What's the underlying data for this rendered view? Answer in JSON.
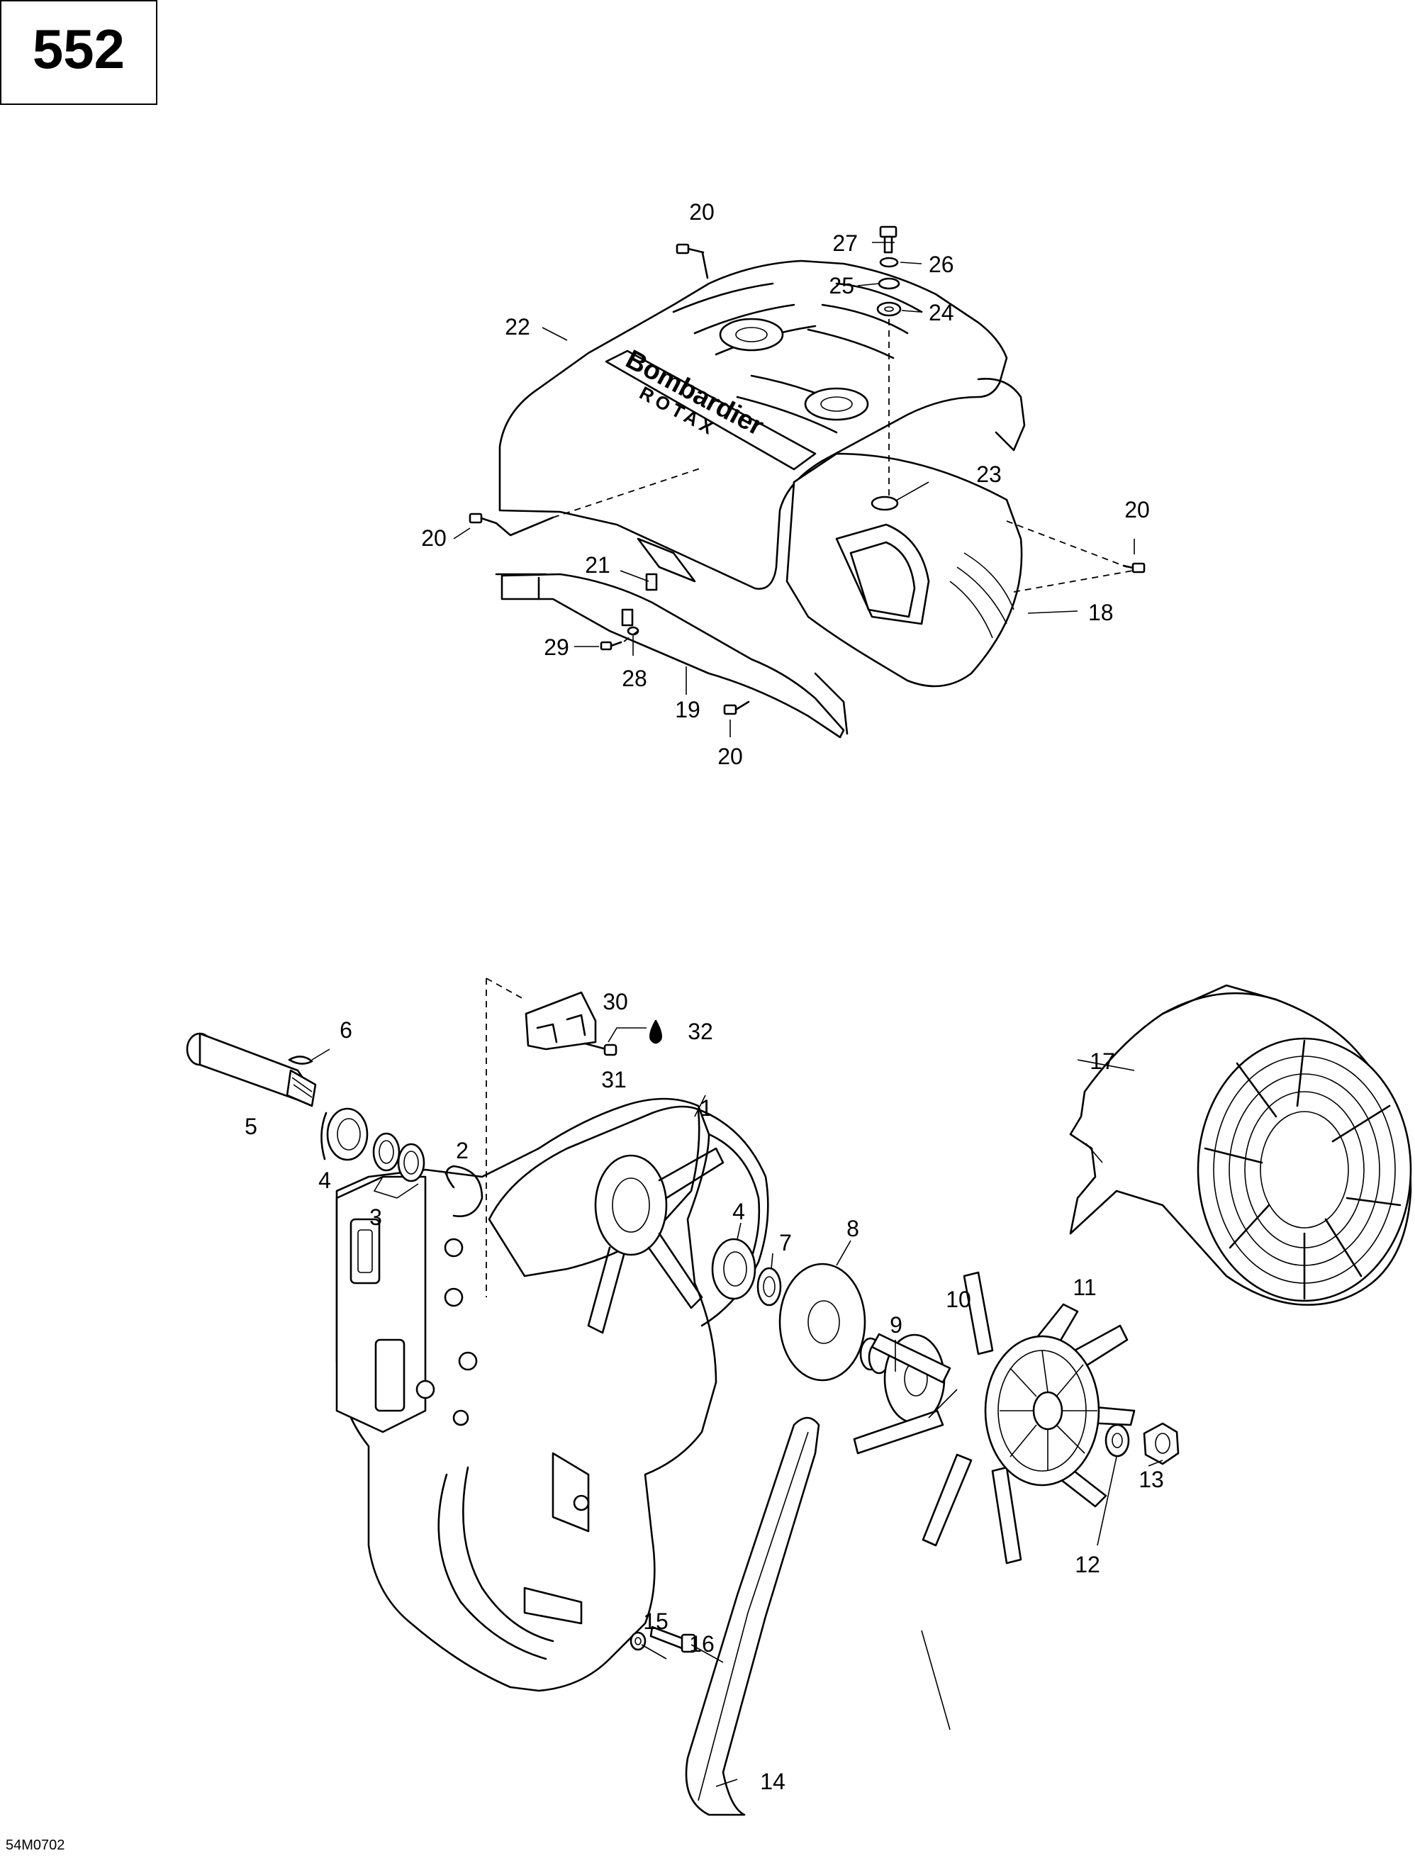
{
  "page": {
    "number": "552",
    "figure_code": "54M0702"
  },
  "brand_text": {
    "line1": "Bombardier",
    "line2": "ROTAX"
  },
  "callouts": [
    {
      "label": "20"
    },
    {
      "label": "27"
    },
    {
      "label": "26"
    },
    {
      "label": "25"
    },
    {
      "label": "24"
    },
    {
      "label": "22"
    },
    {
      "label": "23"
    },
    {
      "label": "20"
    },
    {
      "label": "20"
    },
    {
      "label": "21"
    },
    {
      "label": "18"
    },
    {
      "label": "29"
    },
    {
      "label": "28"
    },
    {
      "label": "19"
    },
    {
      "label": "20"
    },
    {
      "label": "30"
    },
    {
      "label": "32"
    },
    {
      "label": "31"
    },
    {
      "label": "6"
    },
    {
      "label": "17"
    },
    {
      "label": "5"
    },
    {
      "label": "1"
    },
    {
      "label": "4"
    },
    {
      "label": "2"
    },
    {
      "label": "3"
    },
    {
      "label": "4"
    },
    {
      "label": "7"
    },
    {
      "label": "8"
    },
    {
      "label": "11"
    },
    {
      "label": "10"
    },
    {
      "label": "9"
    },
    {
      "label": "15"
    },
    {
      "label": "16"
    },
    {
      "label": "13"
    },
    {
      "label": "12"
    },
    {
      "label": "14"
    }
  ]
}
